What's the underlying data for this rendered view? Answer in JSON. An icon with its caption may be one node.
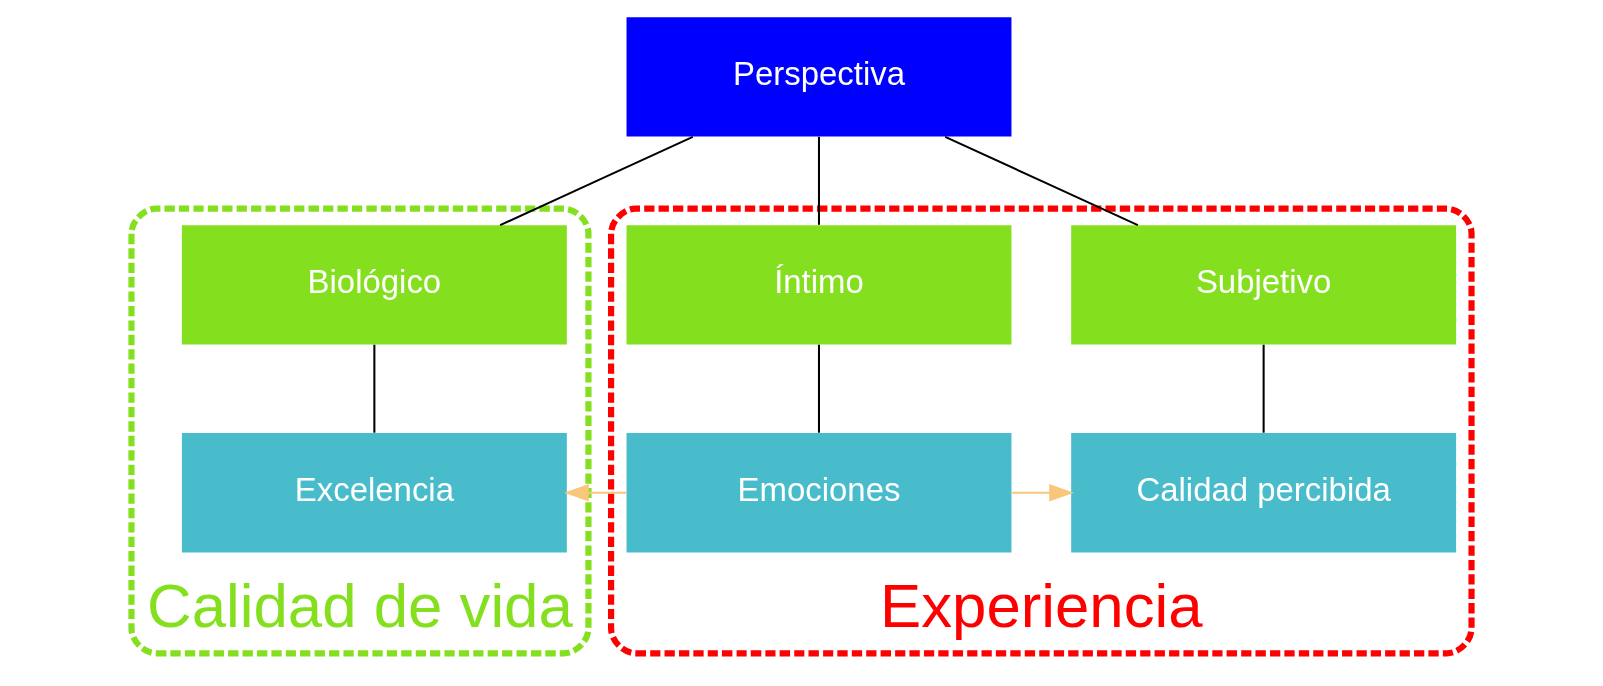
{
  "diagram": {
    "nodes": [
      {
        "text": [
          "Perspectiva"
        ]
      },
      {
        "text": [
          "Calidad de vida"
        ]
      },
      {
        "text": [
          "Biológico"
        ],
        "in": 1
      },
      {
        "text": [
          "Excelencia"
        ],
        "in": 1
      },
      {
        "text": [
          "Experiencia"
        ]
      },
      {
        "text": [
          "Subjetivo"
        ],
        "in": 4
      },
      {
        "text": [
          "Íntimo"
        ],
        "in": 4
      },
      {
        "text": [
          "Calidad percibida"
        ],
        "in": 4
      },
      {
        "text": [
          "Emociones"
        ],
        "in": 4
      }
    ],
    "edges": [
      {
        "from": 0,
        "to": 2,
        "arrow": "none"
      },
      {
        "from": 0,
        "to": 5,
        "arrow": "none"
      },
      {
        "from": 0,
        "to": 6,
        "arrow": "none"
      },
      {
        "from": 2,
        "to": 3,
        "arrow": "none"
      },
      {
        "from": 5,
        "to": 7,
        "arrow": "none"
      },
      {
        "from": 6,
        "to": 8,
        "arrow": "none"
      },
      {
        "from": 8,
        "to": 3,
        "arrow": "to",
        "color": "#f8c77a"
      },
      {
        "from": 8,
        "to": 7,
        "arrow": "to",
        "color": "#f8c77a"
      }
    ]
  }
}
